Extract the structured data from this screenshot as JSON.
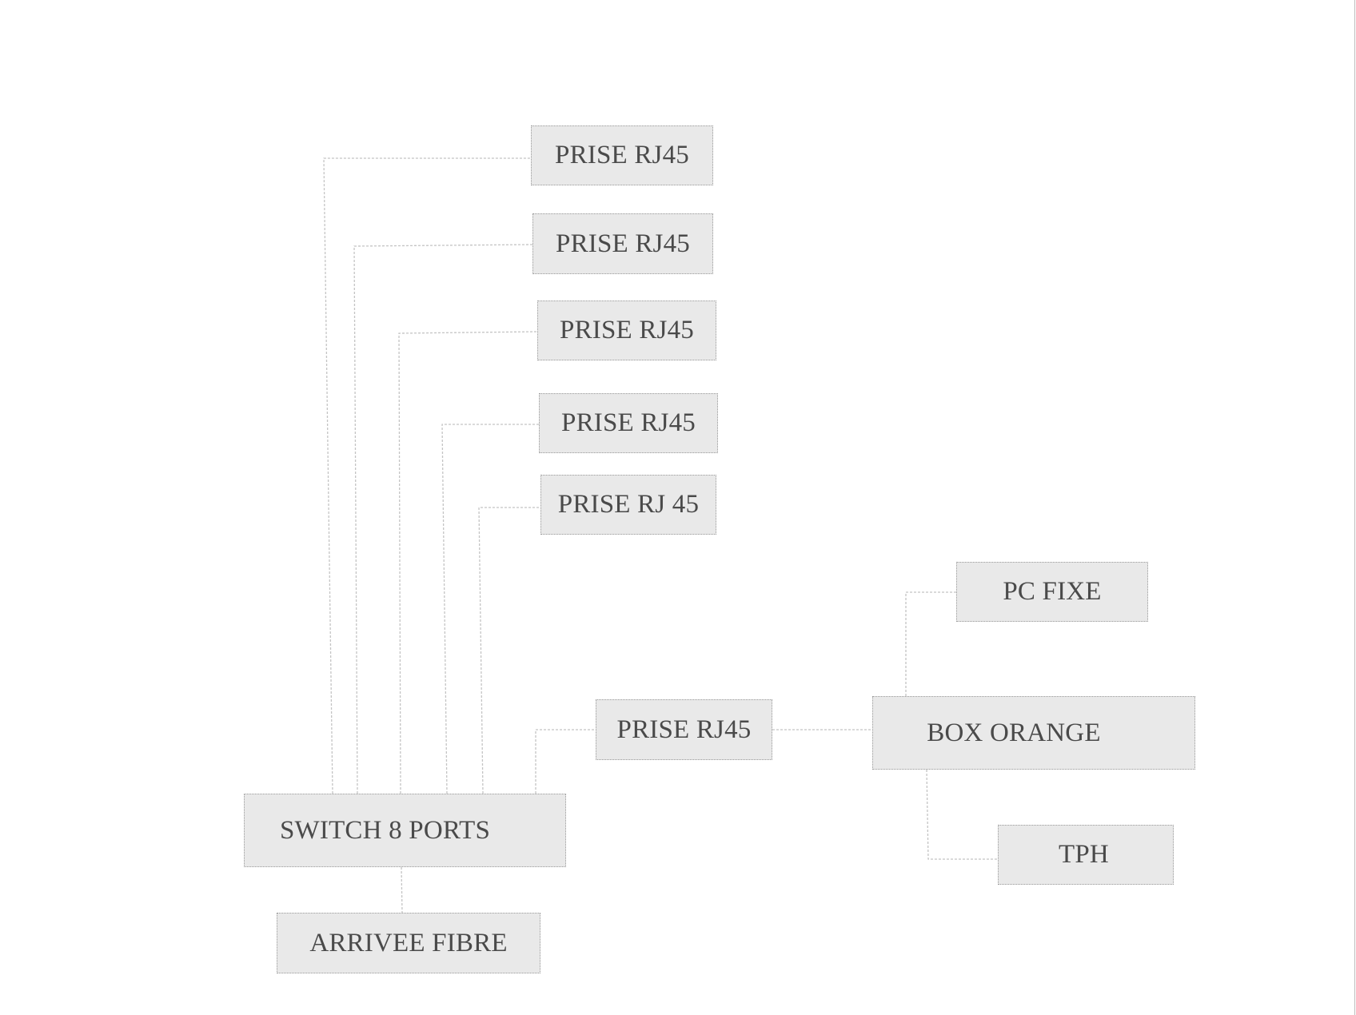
{
  "nodes": {
    "rj45_1": "PRISE RJ45",
    "rj45_2": "PRISE RJ45",
    "rj45_3": "PRISE RJ45",
    "rj45_4": "PRISE RJ45",
    "rj45_5": "PRISE RJ 45",
    "rj45_box": "PRISE RJ45",
    "pc_fixe": "PC FIXE",
    "box_orange": "BOX ORANGE",
    "tph": "TPH",
    "switch": "SWITCH 8 PORTS",
    "fibre": "ARRIVEE FIBRE"
  },
  "colors": {
    "box_fill": "#e9e9e9",
    "box_text": "#4a4a4a",
    "connector": "#bdbdbd"
  }
}
